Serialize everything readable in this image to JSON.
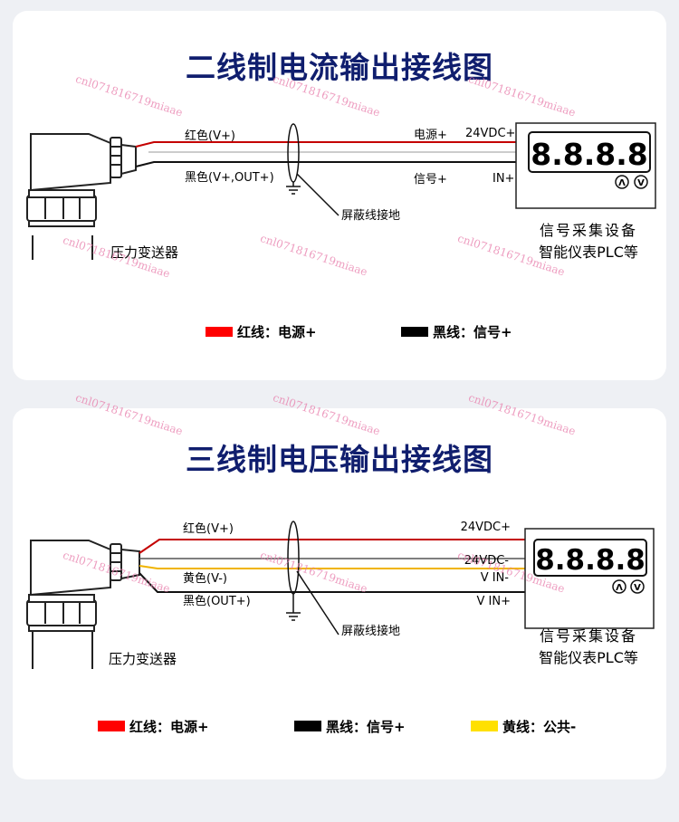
{
  "watermark": "cnl071816719miaae",
  "diagram1": {
    "title": "二线制电流输出接线图",
    "wire_red": "红色(V+)",
    "wire_black": "黑色(V+,OUT+)",
    "term_power": "电源+",
    "term_signal": "信号+",
    "dev_24v": "24VDC+",
    "dev_in": "IN+",
    "display": "8.8.8.8",
    "btn_up": "Λ",
    "btn_down": "V",
    "shield": "屏蔽线接地",
    "sensor": "压力变送器",
    "device_line1": "信号采集设备",
    "device_line2": "智能仪表PLC等",
    "legend": [
      {
        "label": "红线：电源+",
        "color": "#ff0000"
      },
      {
        "label": "黑线：信号+",
        "color": "#000000"
      }
    ]
  },
  "diagram2": {
    "title": "三线制电压输出接线图",
    "wire_red": "红色(V+)",
    "wire_yellow": "黄色(V-)",
    "wire_black": "黑色(OUT+)",
    "dev_24v_plus": "24VDC+",
    "dev_24v_minus": "24VDC-",
    "dev_vin_minus": "V IN-",
    "dev_vin_plus": "V IN+",
    "display": "8.8.8.8",
    "btn_up": "Λ",
    "btn_down": "V",
    "shield": "屏蔽线接地",
    "sensor": "压力变送器",
    "device_line1": "信号采集设备",
    "device_line2": "智能仪表PLC等",
    "legend": [
      {
        "label": "红线：电源+",
        "color": "#ff0000"
      },
      {
        "label": "黑线：信号+",
        "color": "#000000"
      },
      {
        "label": "黄线：公共-",
        "color": "#ffe000"
      }
    ]
  }
}
